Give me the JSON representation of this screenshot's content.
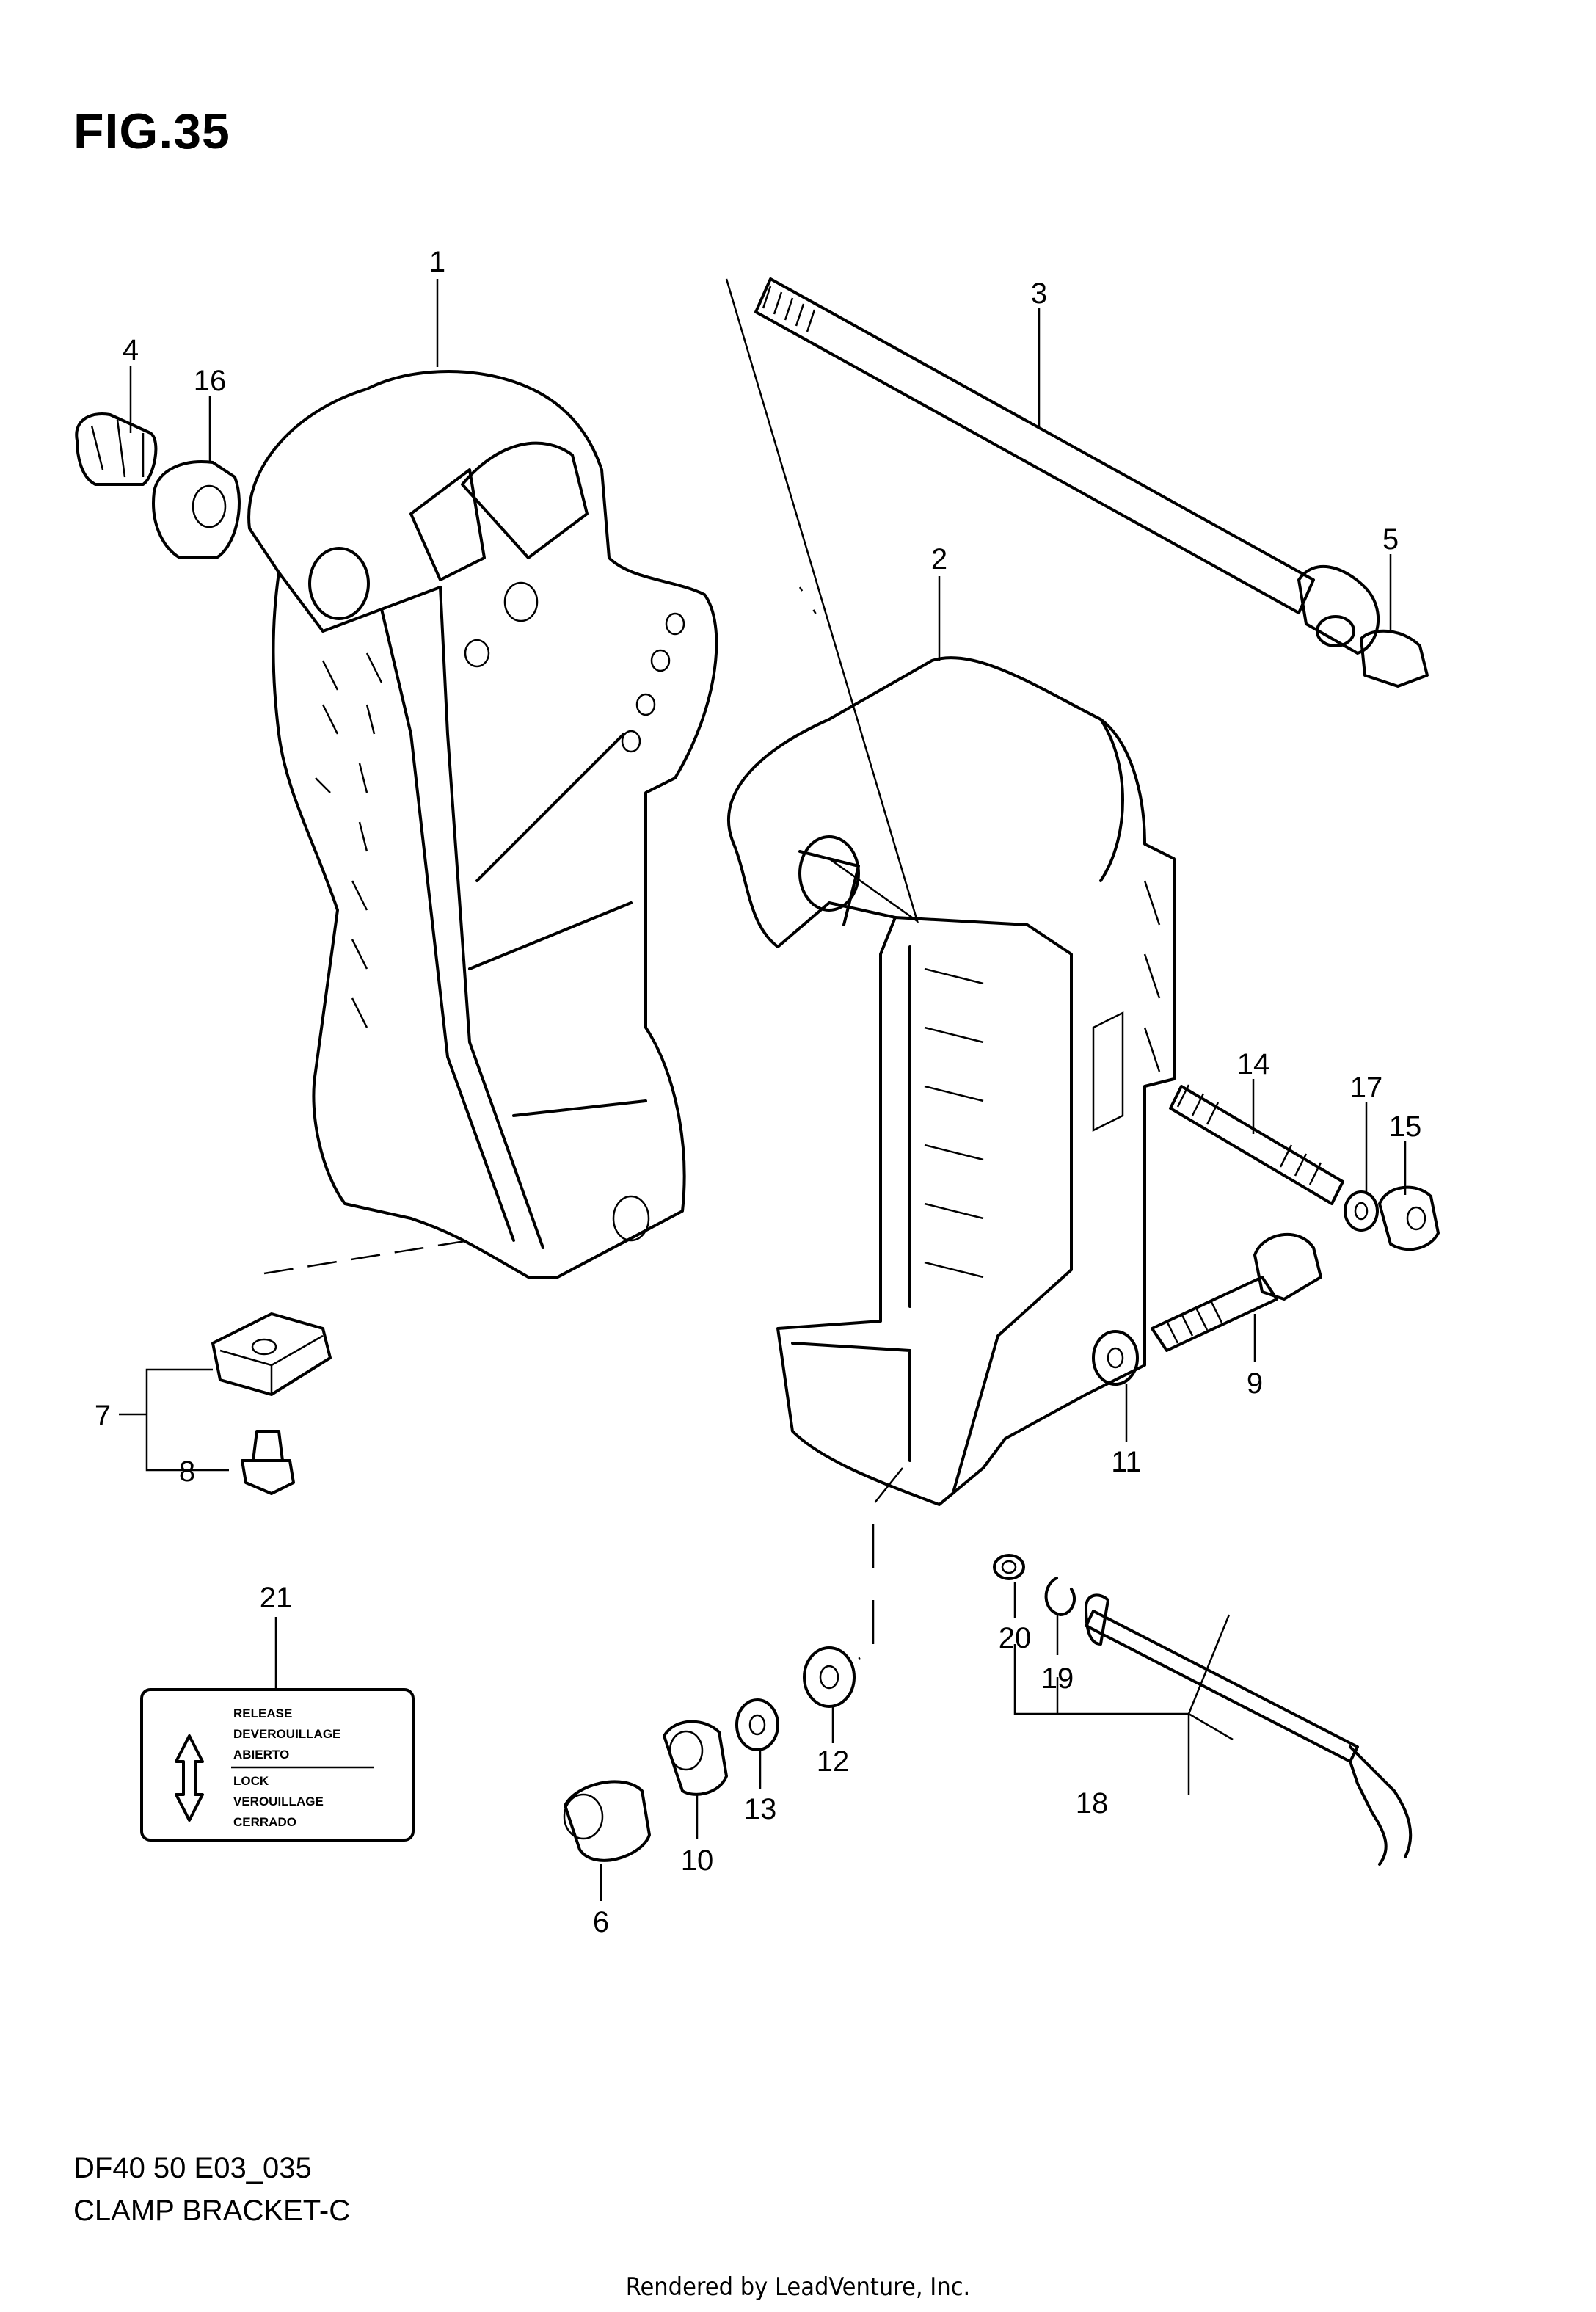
{
  "figure": {
    "title": "FIG.35"
  },
  "footer": {
    "model_code": "DF40 50 E03_035",
    "part_name": "CLAMP BRACKET-C",
    "rendered_by": "Rendered by LeadVenture, Inc."
  },
  "callouts": [
    "1",
    "2",
    "3",
    "4",
    "5",
    "6",
    "7",
    "8",
    "9",
    "10",
    "11",
    "12",
    "13",
    "14",
    "15",
    "16",
    "17",
    "18",
    "19",
    "20",
    "21"
  ],
  "label_plate": {
    "lines": [
      "RELEASE",
      "DEVEROUILLAGE",
      "ABIERTO",
      "LOCK",
      "VEROUILLAGE",
      "CERRADO"
    ]
  }
}
